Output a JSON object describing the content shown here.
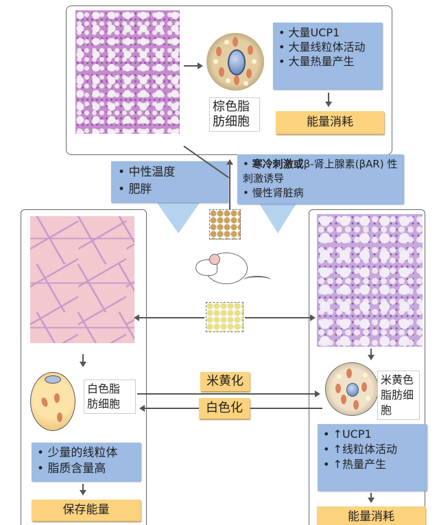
{
  "top_panel": {
    "cell_label": [
      "棕色脂",
      "肪细胞"
    ],
    "features": [
      "大量UCP1",
      "大量线粒体活动",
      "大量热量产生"
    ],
    "outcome": "能量消耗"
  },
  "left_conditions": [
    "中性温度",
    "肥胖"
  ],
  "right_conditions": {
    "bold": "寒冷刺激或",
    "rest": "β-肾上腺素(βAR) 性刺激诱导",
    "item2": "慢性肾脏病"
  },
  "white_panel": {
    "cell_label": [
      "白色脂",
      "肪细胞"
    ],
    "features": [
      "少量的线粒体",
      "脂质含量高"
    ],
    "outcome": "保存能量"
  },
  "beige_panel": {
    "cell_label": [
      "米黄色",
      "脂肪细",
      "胞"
    ],
    "features": [
      "↑UCP1",
      "↑线粒体活动",
      "↑热量产生"
    ],
    "outcome": "能量消耗"
  },
  "transitions": {
    "browning": "米黄化",
    "whitening": "白色化"
  },
  "colors": {
    "blue_box": "#9dbbe3",
    "orange_box": "#fbd27e"
  }
}
